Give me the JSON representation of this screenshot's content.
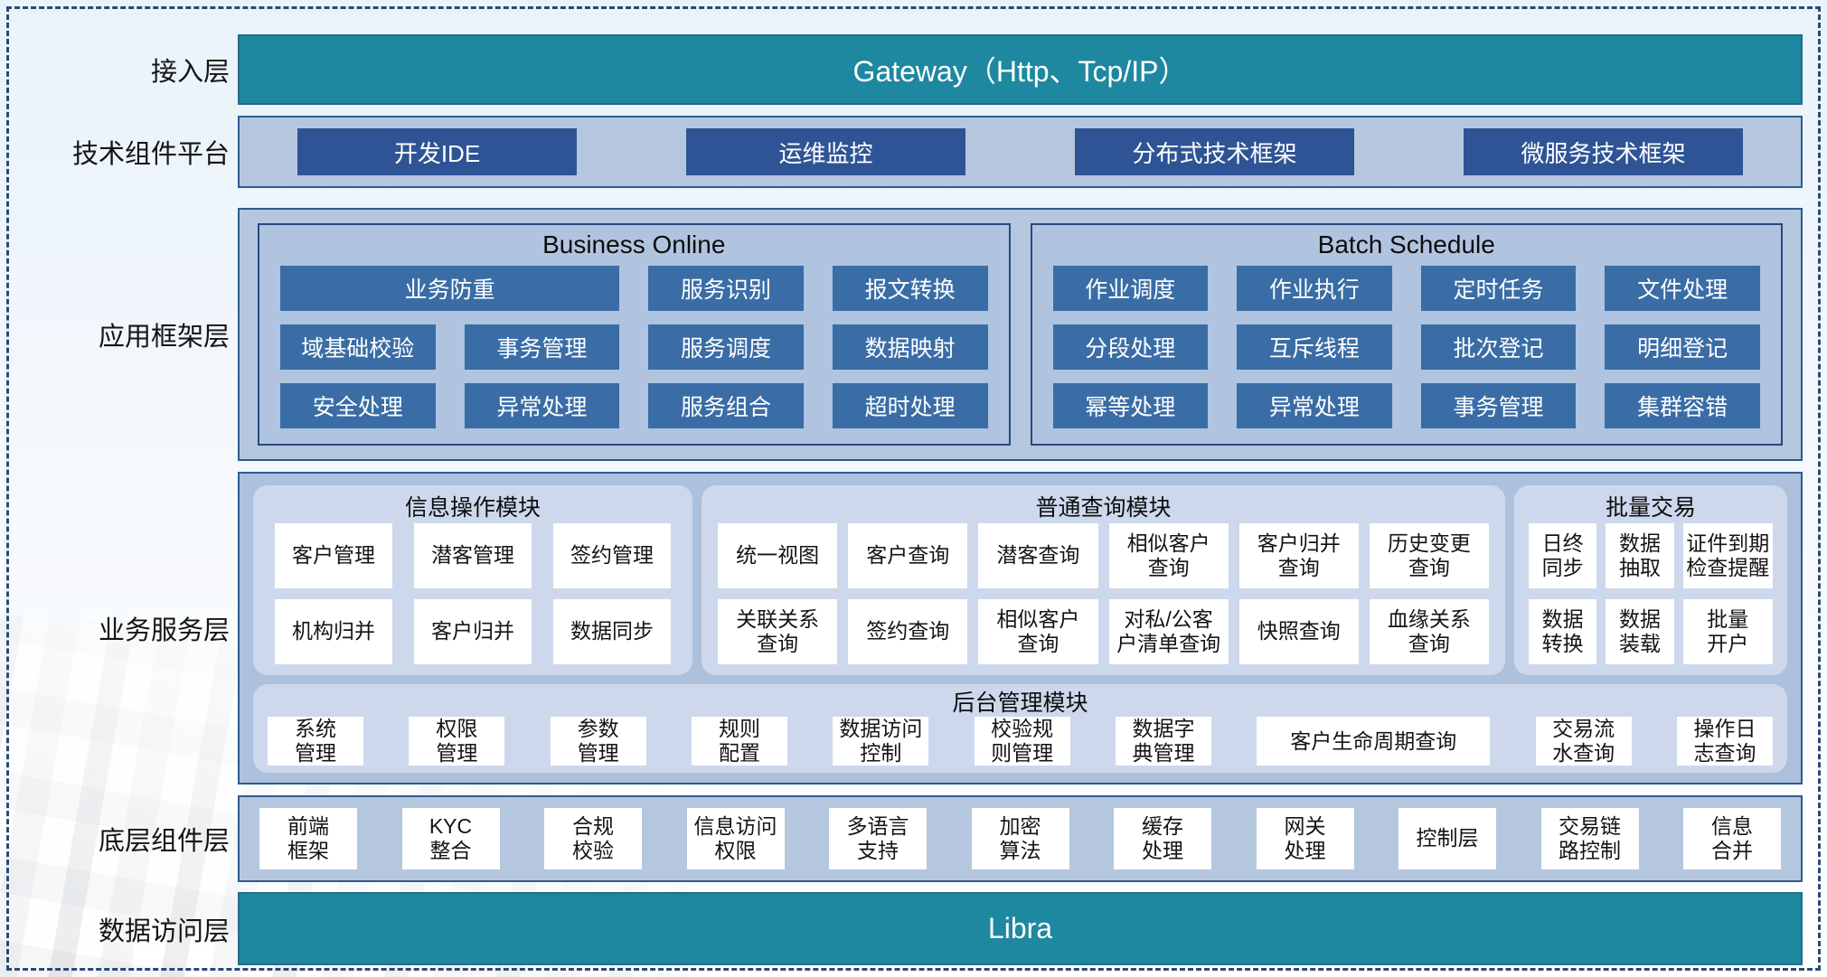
{
  "colors": {
    "teal": "#1e88a0",
    "navy_button": "#2f5496",
    "steel_button": "#3a6da6",
    "panel_fill": "#b5c7de",
    "panel_border": "#2e5b8f",
    "subpanel_fill": "#cdd8ec"
  },
  "side_labels": {
    "access": "接入层",
    "tech": "技术组件平台",
    "app": "应用框架层",
    "service": "业务服务层",
    "bottom": "底层组件层",
    "data": "数据访问层"
  },
  "access_layer": {
    "gateway": "Gateway（Http、Tcp/IP）"
  },
  "tech_platform": {
    "items": [
      "开发IDE",
      "运维监控",
      "分布式技术框架",
      "微服务技术框架"
    ]
  },
  "app_framework": {
    "business_online": {
      "title": "Business Online",
      "r1": [
        "业务防重",
        "服务识别",
        "报文转换"
      ],
      "r2": [
        "域基础校验",
        "事务管理",
        "服务调度",
        "数据映射"
      ],
      "r3": [
        "安全处理",
        "异常处理",
        "服务组合",
        "超时处理"
      ]
    },
    "batch_schedule": {
      "title": "Batch Schedule",
      "r1": [
        "作业调度",
        "作业执行",
        "定时任务",
        "文件处理"
      ],
      "r2": [
        "分段处理",
        "互斥线程",
        "批次登记",
        "明细登记"
      ],
      "r3": [
        "幂等处理",
        "异常处理",
        "事务管理",
        "集群容错"
      ]
    }
  },
  "service_layer": {
    "info_module": {
      "title": "信息操作模块",
      "r1": [
        "客户管理",
        "潜客管理",
        "签约管理"
      ],
      "r2": [
        "机构归并",
        "客户归并",
        "数据同步"
      ]
    },
    "query_module": {
      "title": "普通查询模块",
      "r1": [
        "统一视图",
        "客户查询",
        "潜客查询",
        "相似客户\n查询",
        "客户归并\n查询",
        "历史变更\n查询"
      ],
      "r2": [
        "关联关系\n查询",
        "签约查询",
        "相似客户\n查询",
        "对私/公客\n户清单查询",
        "快照查询",
        "血缘关系\n查询"
      ]
    },
    "batch_trade": {
      "title": "批量交易",
      "r1": [
        "日终\n同步",
        "数据\n抽取",
        "证件到期\n检查提醒"
      ],
      "r2": [
        "数据\n转换",
        "数据\n装载",
        "批量\n开户"
      ]
    },
    "admin_module": {
      "title": "后台管理模块",
      "items": [
        "系统\n管理",
        "权限\n管理",
        "参数\n管理",
        "规则\n配置",
        "数据访问\n控制",
        "校验规\n则管理",
        "数据字\n典管理",
        "客户生命周期查询",
        "交易流\n水查询",
        "操作日\n志查询"
      ]
    }
  },
  "component_layer": {
    "items": [
      "前端\n框架",
      "KYC\n整合",
      "合规\n校验",
      "信息访问\n权限",
      "多语言\n支持",
      "加密\n算法",
      "缓存\n处理",
      "网关\n处理",
      "控制层",
      "交易链\n路控制",
      "信息\n合并"
    ]
  },
  "data_layer": {
    "libra": "Libra"
  }
}
